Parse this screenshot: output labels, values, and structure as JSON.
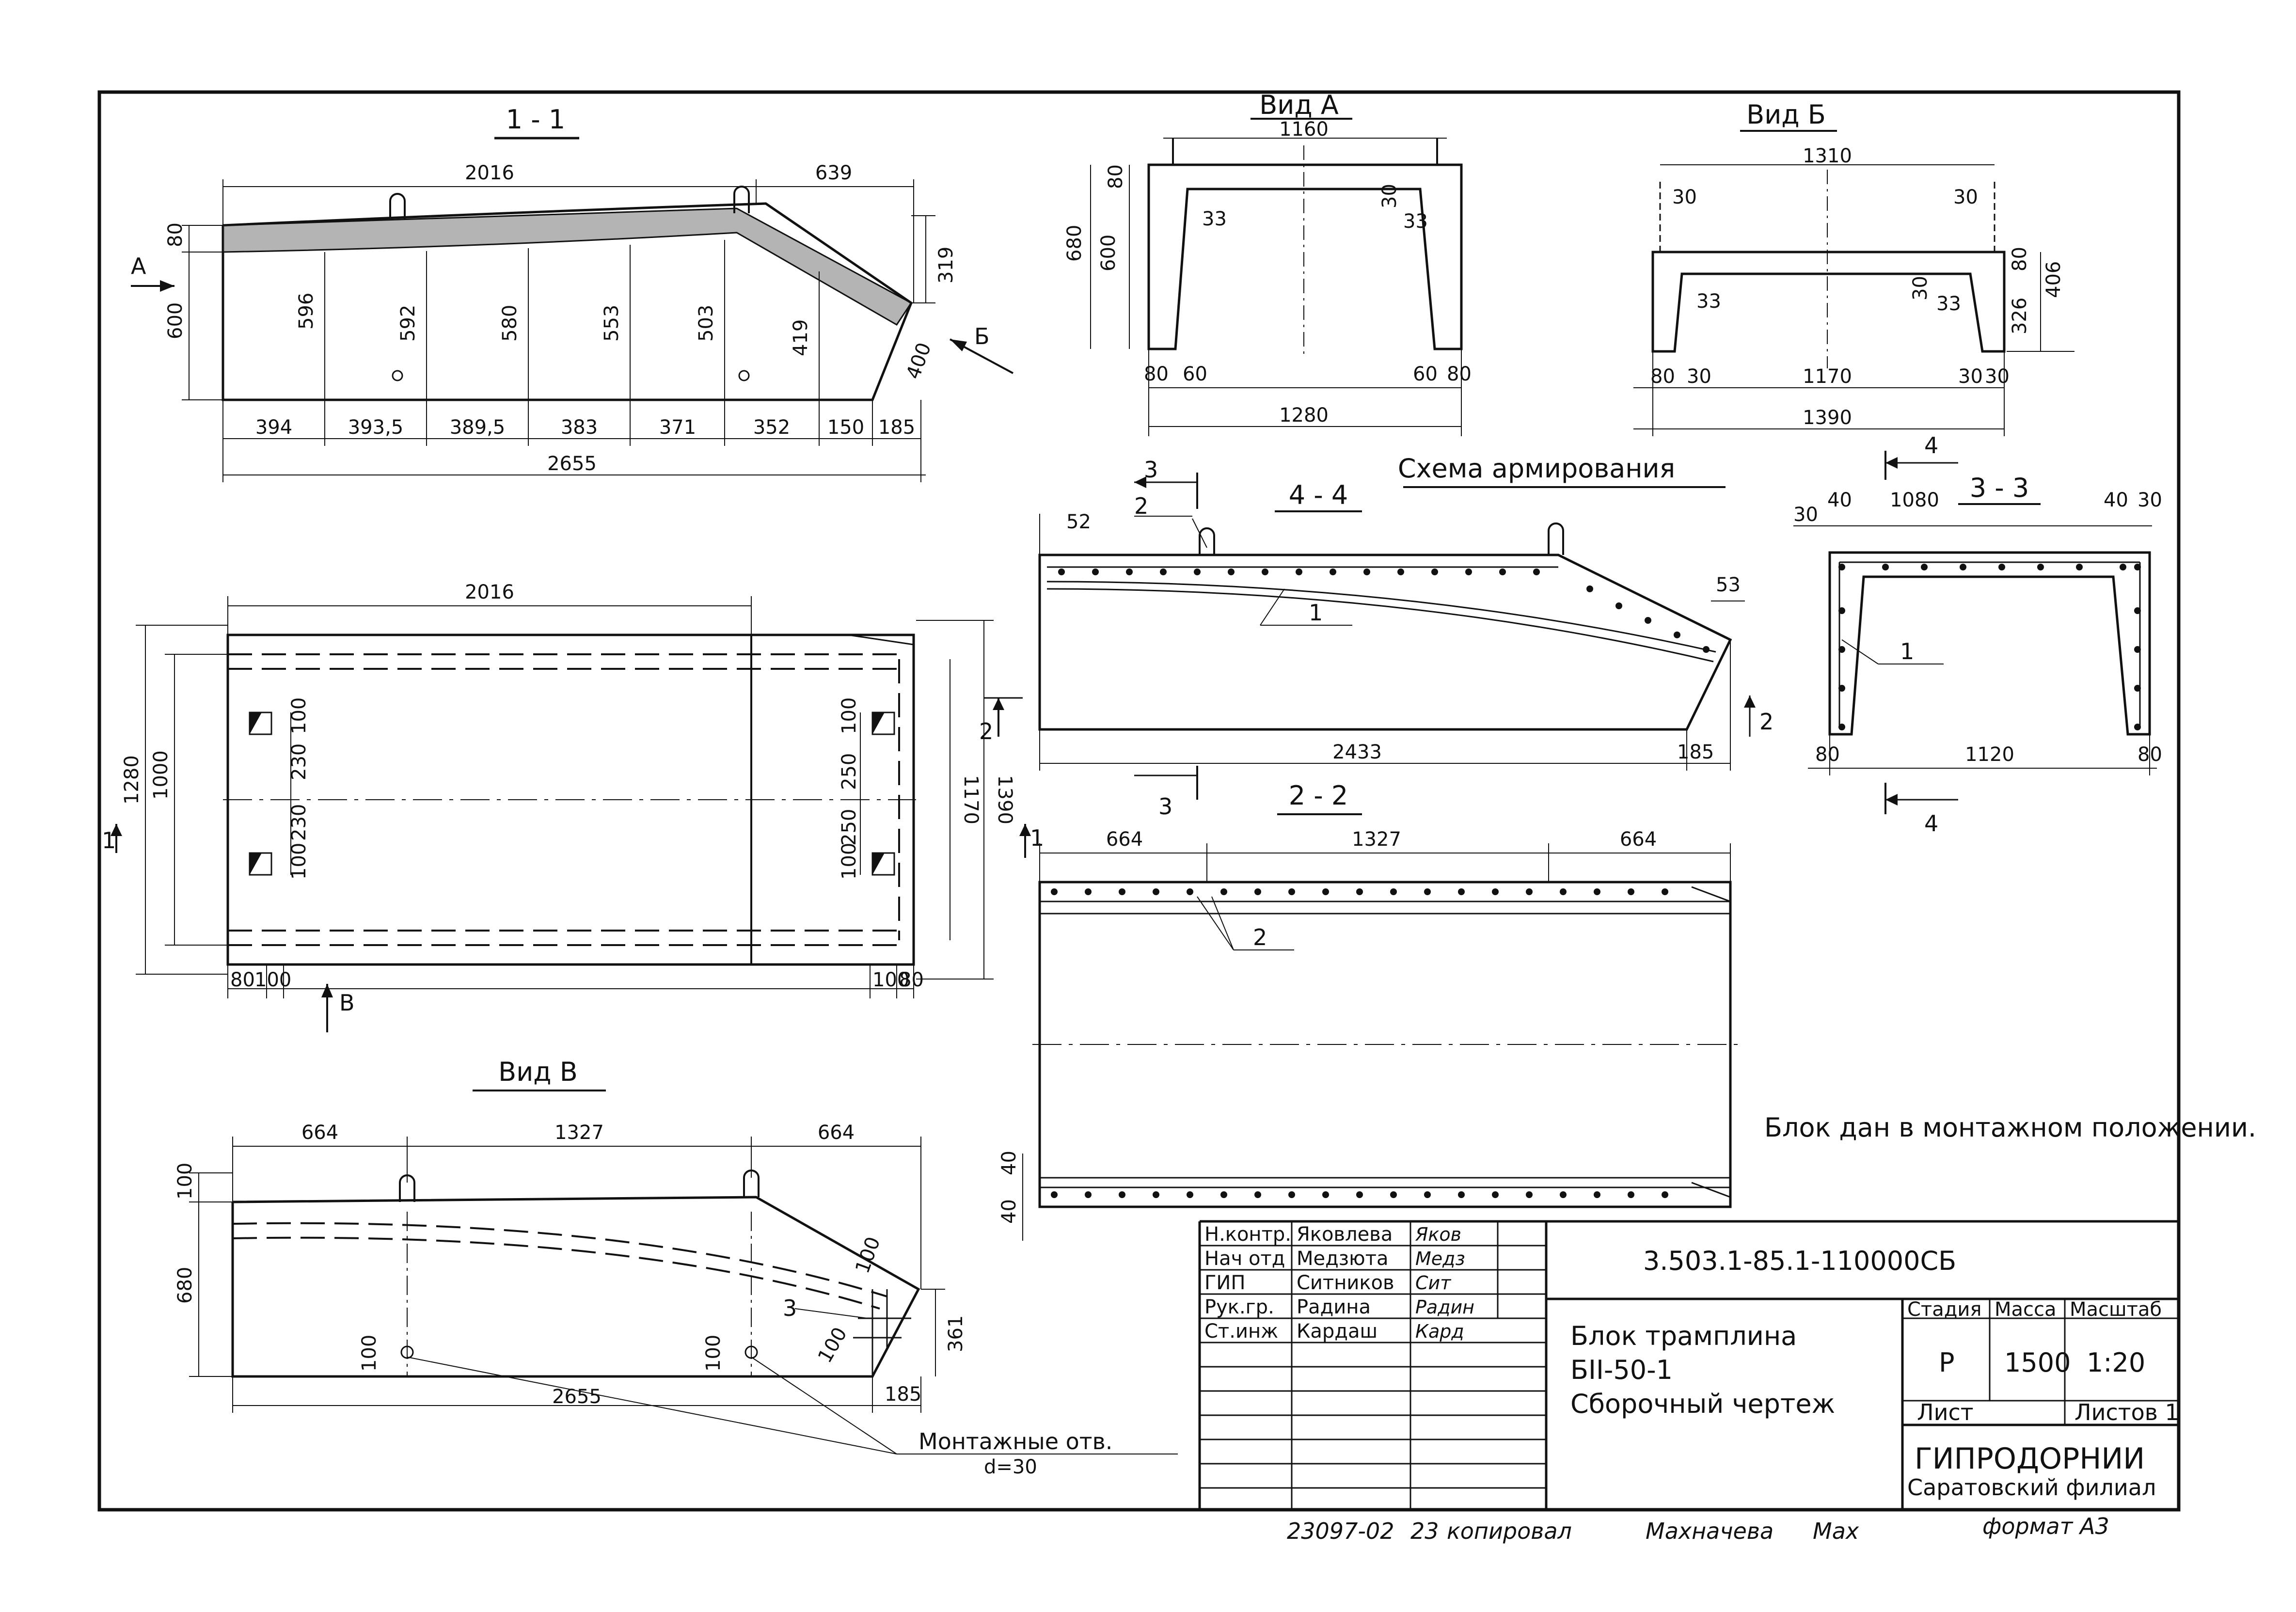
{
  "views": {
    "s11": {
      "title": "1 - 1",
      "d2016": "2016",
      "d639": "639",
      "d80": "80",
      "d600": "600",
      "d319": "319",
      "h596": "596",
      "h592": "592",
      "h580": "580",
      "h553": "553",
      "h503": "503",
      "h419": "419",
      "d400": "400",
      "b394": "394",
      "b3935": "393,5",
      "b3895": "389,5",
      "b383": "383",
      "b371": "371",
      "b352": "352",
      "b150": "150",
      "b185": "185",
      "total": "2655",
      "arrA": "А",
      "arrB": "Б"
    },
    "vidA": {
      "title": "Вид А",
      "d1160": "1160",
      "d80": "80",
      "d680": "680",
      "d600": "600",
      "d33a": "33",
      "d30": "30",
      "d33b": "33",
      "d80l": "80",
      "d60l": "60",
      "d60r": "60",
      "d80r": "80",
      "d1280": "1280"
    },
    "vidB": {
      "title": "Вид Б",
      "d1310": "1310",
      "d30l": "30",
      "d30r": "30",
      "d80": "80",
      "d326": "326",
      "d406": "406",
      "d33a": "33",
      "d30m": "30",
      "d33b": "33",
      "b80l": "80",
      "b30l": "30",
      "d1170": "1170",
      "b30r": "30",
      "b30r2": "30",
      "d1390": "1390"
    },
    "scheme": {
      "title": "Схема армирования"
    },
    "s44": {
      "title": "4 - 4",
      "d52": "52",
      "m3": "3",
      "m2": "2",
      "m1": "1",
      "d53": "53",
      "d2433": "2433",
      "d185": "185",
      "s2": "2",
      "s3": "3"
    },
    "s33": {
      "title": "3 - 3",
      "d30l": "30",
      "d40l": "40",
      "d1080": "1080",
      "d40r": "40",
      "d30r": "30",
      "m1": "1",
      "d80l": "80",
      "d1120": "1120",
      "d80r": "80",
      "s4a": "4",
      "s4b": "4"
    },
    "plan": {
      "d2016": "2016",
      "d1280": "1280",
      "d1000": "1000",
      "d100a": "100",
      "d230a": "230",
      "d230b": "230",
      "d100b": "100",
      "r100a": "100",
      "r250a": "250",
      "r250b": "250",
      "r100b": "100",
      "d1170": "1170",
      "d1390": "1390",
      "b80l": "80",
      "b100l": "100",
      "b100r": "100",
      "b80r": "80",
      "arrV": "В",
      "m1l": "1",
      "m1r": "1",
      "m2": "2"
    },
    "s22": {
      "title": "2 - 2",
      "d664a": "664",
      "d1327": "1327",
      "d664b": "664",
      "m2": "2",
      "d40a": "40",
      "d40b": "40"
    },
    "vidV": {
      "title": "Вид В",
      "d664a": "664",
      "d1327": "1327",
      "d664b": "664",
      "d100": "100",
      "d680": "680",
      "d361": "361",
      "h100a": "100",
      "h100b": "100",
      "d100c": "100",
      "m3": "3",
      "d100d": "100",
      "d185": "185",
      "total": "2655",
      "label": "Монтажные отв.",
      "dia": "d=30"
    }
  },
  "note": "Блок дан в монтажном положении.",
  "title_block": {
    "roles": [
      "Н.контр.",
      "Нач отд",
      "ГИП",
      "Рук.гр.",
      "Ст.инж"
    ],
    "names": [
      "Яковлева",
      "Медзюта",
      "Ситников",
      "Радина",
      "Кардаш"
    ],
    "signs": [
      "Яков",
      "Медз",
      "Сит",
      "Радин",
      "Кард"
    ],
    "code": "3.503.1-85.1-110000СБ",
    "name1": "Блок трамплина",
    "name2": "БII-50-1",
    "name3": "Сборочный чертеж",
    "h_stage": "Стадия",
    "h_mass": "Масса",
    "h_scale": "Масштаб",
    "v_stage": "Р",
    "v_mass": "1500",
    "v_scale": "1:20",
    "sheet": "Лист",
    "sheets": "Листов 1",
    "org": "ГИПРОДОРНИИ",
    "branch": "Саратовский филиал"
  },
  "footer": {
    "inv": "23097-02",
    "n": "23",
    "copied": "копировал",
    "copier": "Махначева",
    "sign": "Мах",
    "format": "формат А3"
  }
}
